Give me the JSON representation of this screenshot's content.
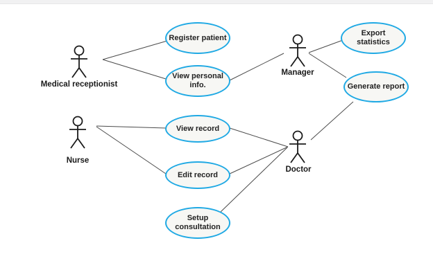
{
  "colors": {
    "usecase_stroke": "#1fa9e4",
    "usecase_fill": "#f7f7f4",
    "association_line": "#4a4a4a",
    "actor_stroke": "#1a1a1a",
    "text": "#1a1a1a",
    "topbar": "#f1f1f2"
  },
  "diagram": {
    "type": "uml-use-case",
    "actors": [
      {
        "id": "medical-receptionist",
        "label": "Medical receptionist"
      },
      {
        "id": "manager",
        "label": "Manager"
      },
      {
        "id": "nurse",
        "label": "Nurse"
      },
      {
        "id": "doctor",
        "label": "Doctor"
      }
    ],
    "use_cases": [
      {
        "id": "register-patient",
        "label": "Register patient"
      },
      {
        "id": "view-personal-info",
        "label": "View personal info."
      },
      {
        "id": "export-statistics",
        "label": "Export statistics"
      },
      {
        "id": "generate-report",
        "label": "Generate report"
      },
      {
        "id": "view-record",
        "label": "View record"
      },
      {
        "id": "edit-record",
        "label": "Edit record"
      },
      {
        "id": "setup-consultation",
        "label": "Setup consultation"
      }
    ],
    "associations": [
      {
        "from": "medical-receptionist",
        "to": "register-patient"
      },
      {
        "from": "medical-receptionist",
        "to": "view-personal-info"
      },
      {
        "from": "view-personal-info",
        "to": "manager"
      },
      {
        "from": "manager",
        "to": "export-statistics"
      },
      {
        "from": "manager",
        "to": "generate-report"
      },
      {
        "from": "generate-report",
        "to": "doctor"
      },
      {
        "from": "nurse",
        "to": "view-record"
      },
      {
        "from": "nurse",
        "to": "edit-record"
      },
      {
        "from": "view-record",
        "to": "doctor"
      },
      {
        "from": "edit-record",
        "to": "doctor"
      },
      {
        "from": "setup-consultation",
        "to": "doctor"
      }
    ]
  }
}
